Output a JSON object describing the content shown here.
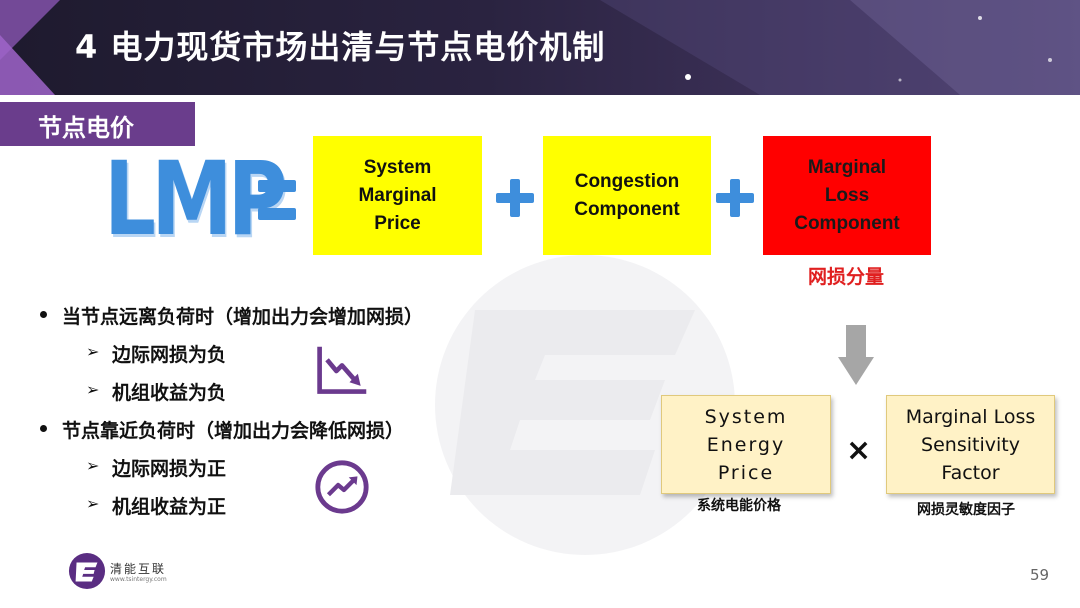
{
  "header": {
    "title": "4 电力现货市场出清与节点电价机制"
  },
  "section": {
    "tag": "节点电价"
  },
  "formula": {
    "lhs": "LMP",
    "box1": [
      "System",
      "Marginal",
      "Price"
    ],
    "box2": [
      "Congestion",
      "Component"
    ],
    "box3": [
      "Marginal",
      "Loss",
      "Component"
    ],
    "box3_label": "网损分量"
  },
  "bullets": [
    {
      "text": "当节点远离负荷时（增加出力会增加网损）",
      "subs": [
        "边际网损为负",
        "机组收益为负"
      ],
      "trend": "down"
    },
    {
      "text": "节点靠近负荷时（增加出力会降低网损）",
      "subs": [
        "边际网损为正",
        "机组收益为正"
      ],
      "trend": "up"
    }
  ],
  "factors": {
    "left": [
      "System",
      "Energy",
      "Price"
    ],
    "left_caption": "系统电能价格",
    "operator": "×",
    "right": [
      "Marginal Loss",
      "Sensitivity",
      "Factor"
    ],
    "right_caption": "网损灵敏度因子"
  },
  "footer": {
    "brand": "清能互联",
    "url": "www.tsintergy.com",
    "page": "59"
  },
  "colors": {
    "accent_blue": "#3e8edc",
    "purple": "#6a3d8c",
    "yellow": "#ffff00",
    "red": "#ff0000"
  },
  "icons": [
    "trend-down-icon",
    "trend-up-icon",
    "down-arrow-icon",
    "company-logo-icon"
  ]
}
